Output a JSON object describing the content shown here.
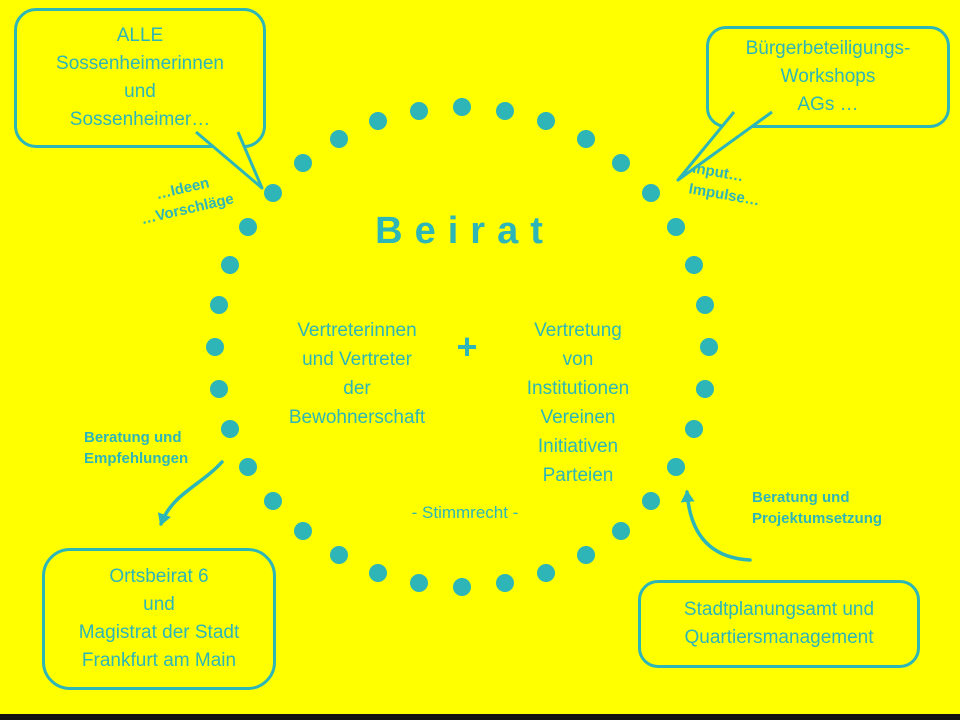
{
  "colors": {
    "background": "#ffff00",
    "accent": "#2eb5b8",
    "footer_bar": "#111111"
  },
  "center": {
    "title": "Beirat",
    "plus": "+",
    "note": "- Stimmrecht -",
    "left_group": [
      "Vertreterinnen",
      "und Vertreter",
      "der",
      "Bewohnerschaft"
    ],
    "right_group": [
      "Vertretung",
      "von",
      "Institutionen",
      "Vereinen",
      "Initiativen",
      "Parteien"
    ]
  },
  "bubbles": {
    "top_left": {
      "lines": [
        "ALLE",
        "Sossenheimerinnen",
        "und",
        "Sossenheimer…"
      ]
    },
    "top_right": {
      "lines": [
        "Bürgerbeteiligungs-",
        "Workshops",
        "AGs …"
      ]
    },
    "bottom_left": {
      "lines": [
        "Ortsbeirat 6",
        "und",
        "Magistrat der Stadt",
        "Frankfurt am Main"
      ]
    },
    "bottom_right": {
      "lines": [
        "Stadtplanungsamt und",
        "Quartiersmanagement"
      ]
    }
  },
  "labels": {
    "ideas": [
      "…Ideen",
      "…Vorschläge"
    ],
    "input": [
      "Input…",
      "Impulse…"
    ],
    "advice_left": [
      "Beratung und",
      "Empfehlungen"
    ],
    "advice_right": [
      "Beratung und",
      "Projektumsetzung"
    ]
  }
}
